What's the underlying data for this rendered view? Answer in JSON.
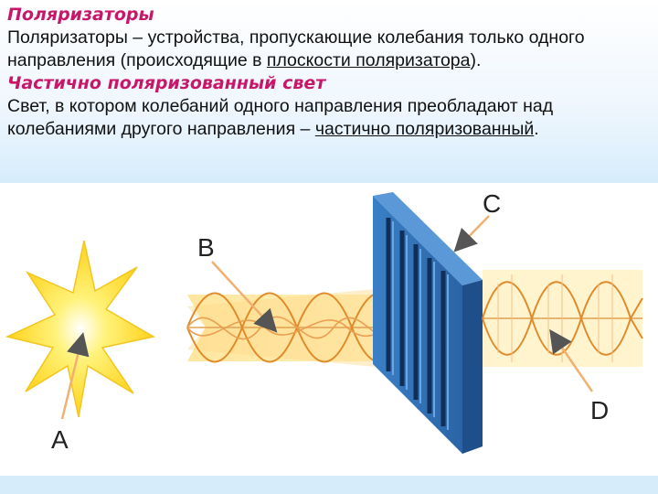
{
  "section1": {
    "title": "Поляризаторы",
    "body_prefix": "Поляризаторы – устройства, пропускающие колебания только одного направления (происходящие в ",
    "body_link": "плоскости поляризатора",
    "body_suffix": ")."
  },
  "section2": {
    "title": "Частично поляризованный свет",
    "body_prefix": "Свет, в котором колебаний одного направления преобладают над колебаниями другого направления – ",
    "body_link": "частично поляризованный",
    "body_suffix": "."
  },
  "figure": {
    "labels": {
      "a": "A",
      "b": "B",
      "c": "C",
      "d": "D"
    },
    "colors": {
      "star": "#ffe23a",
      "beam": "#ffe9a0",
      "wave": "#e08a2a",
      "polarizer": "#2f6fb5",
      "polarizer_dark": "#1e4f8a",
      "arrow": "#f1b070"
    }
  }
}
